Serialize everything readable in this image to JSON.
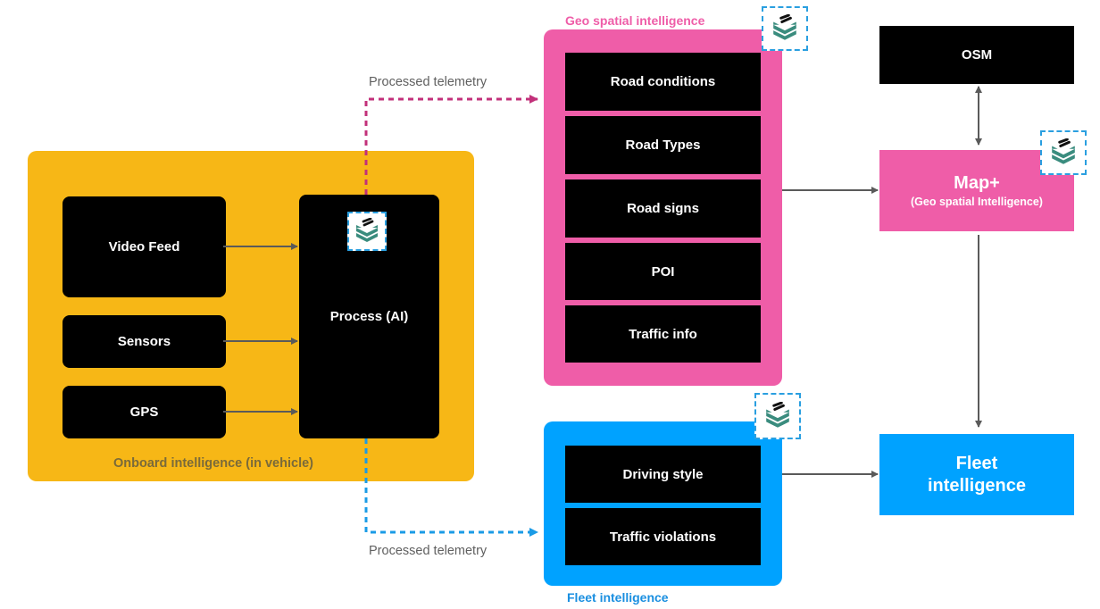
{
  "colors": {
    "onboard": "#F7B716",
    "geo": "#EF5DA8",
    "fleet": "#00A2FF",
    "node": "#000000",
    "arrow": "#5a5a5a",
    "geo_flow": "#C2307A",
    "fleet_flow": "#1A9BE6",
    "icon_border": "#2A9FE0",
    "icon_teal": "#3A8C7E"
  },
  "onboard": {
    "caption": "Onboard intelligence (in vehicle)",
    "inputs": [
      "Video Feed",
      "Sensors",
      "GPS"
    ],
    "process": "Process (AI)"
  },
  "flows": {
    "to_geo_label": "Processed telemetry",
    "to_fleet_label": "Processed telemetry"
  },
  "geo": {
    "caption": "Geo spatial intelligence",
    "items": [
      "Road conditions",
      "Road Types",
      "Road signs",
      "POI",
      "Traffic info"
    ]
  },
  "fleet": {
    "caption": "Fleet intelligence",
    "items": [
      "Driving style",
      "Traffic violations"
    ]
  },
  "osm": {
    "label": "OSM"
  },
  "mapplus": {
    "title": "Map+",
    "subtitle": "(Geo spatial Intelligence)"
  },
  "fleet_out": {
    "line1": "Fleet",
    "line2": "intelligence"
  },
  "icons": {
    "brand": "layered-stack-logo-icon"
  }
}
